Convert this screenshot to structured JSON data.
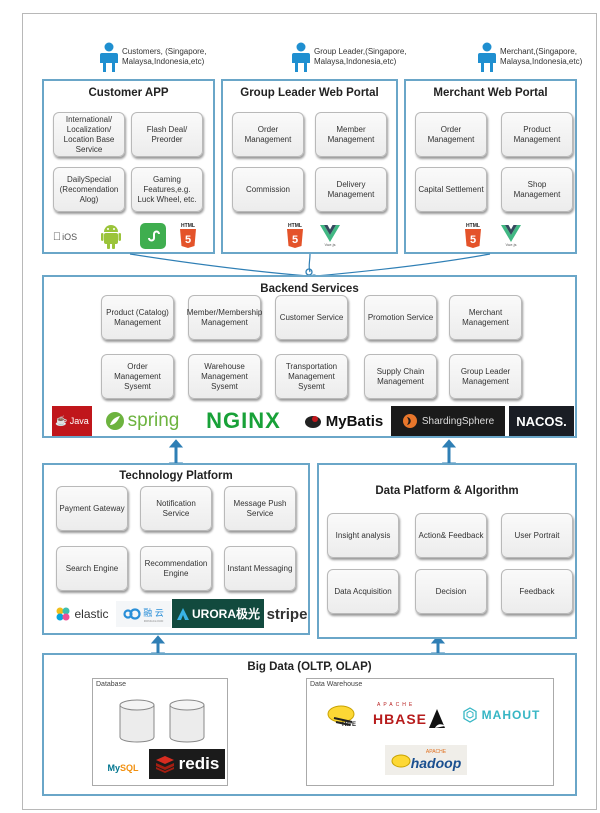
{
  "personas": [
    {
      "label_line1": "Customers, (Singapore,",
      "label_line2": "Malaysa,Indonesia,etc)"
    },
    {
      "label_line1": "Group Leader,(Singapore,",
      "label_line2": "Malaysa,Indonesia,etc)"
    },
    {
      "label_line1": "Merchant,(Singapore,",
      "label_line2": "Malaysa,Indonesia,etc)"
    }
  ],
  "customer_app": {
    "title": "Customer APP",
    "boxes": [
      "International/ Localization/ Location Base Service",
      "Flash Deal/ Preorder",
      "DailySpecial (Recomendation Alog)",
      "Gaming Features,e.g. Luck Wheel, etc."
    ],
    "logos": {
      "ios": "iOS",
      "android": "android",
      "miniprogram": "mini-program",
      "html5": "HTML"
    }
  },
  "group_leader_portal": {
    "title": "Group Leader Web Portal",
    "boxes": [
      "Order Management",
      "Member Management",
      "Commission",
      "Delivery Management"
    ],
    "logos": {
      "html5": "HTML",
      "vue": "Vue.js"
    }
  },
  "merchant_portal": {
    "title": "Merchant Web Portal",
    "boxes": [
      "Order Management",
      "Product Management",
      "Capital Settlement",
      "Shop Management"
    ],
    "logos": {
      "html5": "HTML",
      "vue": "Vue.js"
    }
  },
  "backend_services": {
    "title": "Backend Services",
    "boxes": [
      "Product (Catalog) Management",
      "Member/Membership Management",
      "Customer Service",
      "Promotion Service",
      "Merchant Management",
      "Order Management Sysemt",
      "Warehouse Management Sysemt",
      "Transportation Management Sysemt",
      "Supply Chain Management",
      "Group Leader Management"
    ],
    "logos": {
      "java": "Java",
      "spring": "spring",
      "nginx": "NGINX",
      "mybatis": "MyBatis",
      "shardingsphere": "ShardingSphere",
      "nacos": "NACOS."
    }
  },
  "technology_platform": {
    "title": "Technology Platform",
    "boxes": [
      "Payment Gateway",
      "Notification Service",
      "Message Push Service",
      "Search Engine",
      "Recommendation Engine",
      "Instant Messaging"
    ],
    "logos": {
      "elastic": "elastic",
      "rongcloud": "融 云",
      "rongcloud_sub": "RONGCLOUD",
      "aurora": "URORA极光",
      "stripe": "stripe"
    }
  },
  "data_platform": {
    "title": "Data Platform & Algorithm",
    "boxes": [
      "Insight analysis",
      "Action& Feedback",
      "User Portrait",
      "Data Acquisition",
      "Decision",
      "Feedback"
    ]
  },
  "big_data": {
    "title": "Big Data (OLTP, OLAP)",
    "database": {
      "label": "Database",
      "logos": {
        "mysql": "MySQL",
        "redis": "redis"
      }
    },
    "warehouse": {
      "label": "Data Warehouse",
      "logos": {
        "hive": "HIVE",
        "hbase_top": "APACHE",
        "hbase": "HBASE",
        "mahout": "MAHOUT",
        "hadoop_top": "APACHE",
        "hadoop": "hadoop"
      }
    }
  },
  "colors": {
    "section_border": "#6aa6c8",
    "arrow": "#2f7fb5",
    "person": "#1f8fd0"
  }
}
